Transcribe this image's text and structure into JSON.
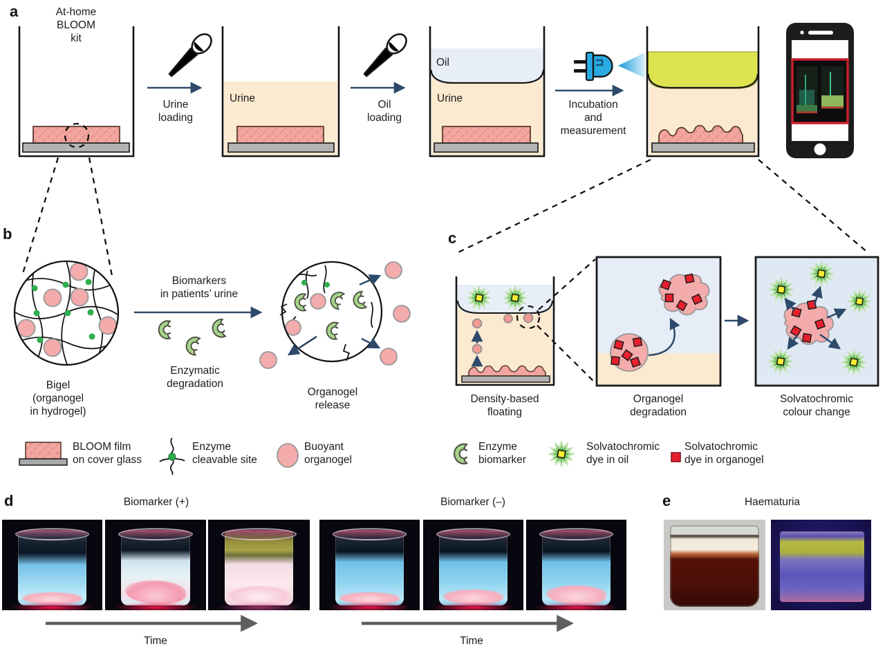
{
  "figure": {
    "panel_a": {
      "label": "a",
      "kit_caption": "At-home\nBLOOM\nkit",
      "step1_label": "Urine\nloading",
      "beaker2_urine_label": "Urine",
      "step2_label": "Oil\nloading",
      "beaker3_oil_label": "Oil",
      "beaker3_urine_label": "Urine",
      "step3_label": "Incubation\nand\nmeasurement"
    },
    "panel_b": {
      "label": "b",
      "bigel_caption": "Bigel\n(organogel\nin hydrogel)",
      "arrow_caption": "Biomarkers\nin patients’ urine",
      "enzyme_caption": "Enzymatic\ndegradation",
      "release_caption": "Organogel\nrelease"
    },
    "panel_c": {
      "label": "c",
      "floating_caption": "Density-based\nfloating",
      "degradation_caption": "Organogel\ndegradation",
      "colour_caption": "Solvatochromic\ncolour change"
    },
    "legend": {
      "items": [
        {
          "icon": "bloom-film-icon",
          "label": "BLOOM film\non cover glass"
        },
        {
          "icon": "enzyme-cleavable-site-icon",
          "label": "Enzyme\ncleavable site"
        },
        {
          "icon": "buoyant-organogel-icon",
          "label": "Buoyant\norganogel"
        },
        {
          "icon": "enzyme-biomarker-icon",
          "label": "Enzyme\nbiomarker"
        },
        {
          "icon": "solvatochromic-dye-oil-icon",
          "label": "Solvatochromic\ndye in oil"
        },
        {
          "icon": "solvatochromic-dye-organogel-icon",
          "label": "Solvatochromic\ndye in organogel"
        }
      ]
    },
    "panel_d": {
      "label": "d",
      "positive_title": "Biomarker (+)",
      "negative_title": "Biomarker (–)",
      "time_label_1": "Time",
      "time_label_2": "Time"
    },
    "panel_e": {
      "label": "e",
      "title": "Haematuria"
    },
    "colors": {
      "arrow": "#2e4a6b",
      "urine": "#fbe9d0",
      "oil_fresh": "#e8eef7",
      "oil_reacted": "#dde24f",
      "film_pink": "#f2a49e",
      "organogel_pink": "#f3abab",
      "enzyme_green": "#a9d38c",
      "crosslink_green": "#2fae4d",
      "dye_red": "#e8202e",
      "dye_yellow": "#f8ee33",
      "starburst_green": "#67bd59",
      "phone_photo_border": "#c8202e"
    }
  }
}
